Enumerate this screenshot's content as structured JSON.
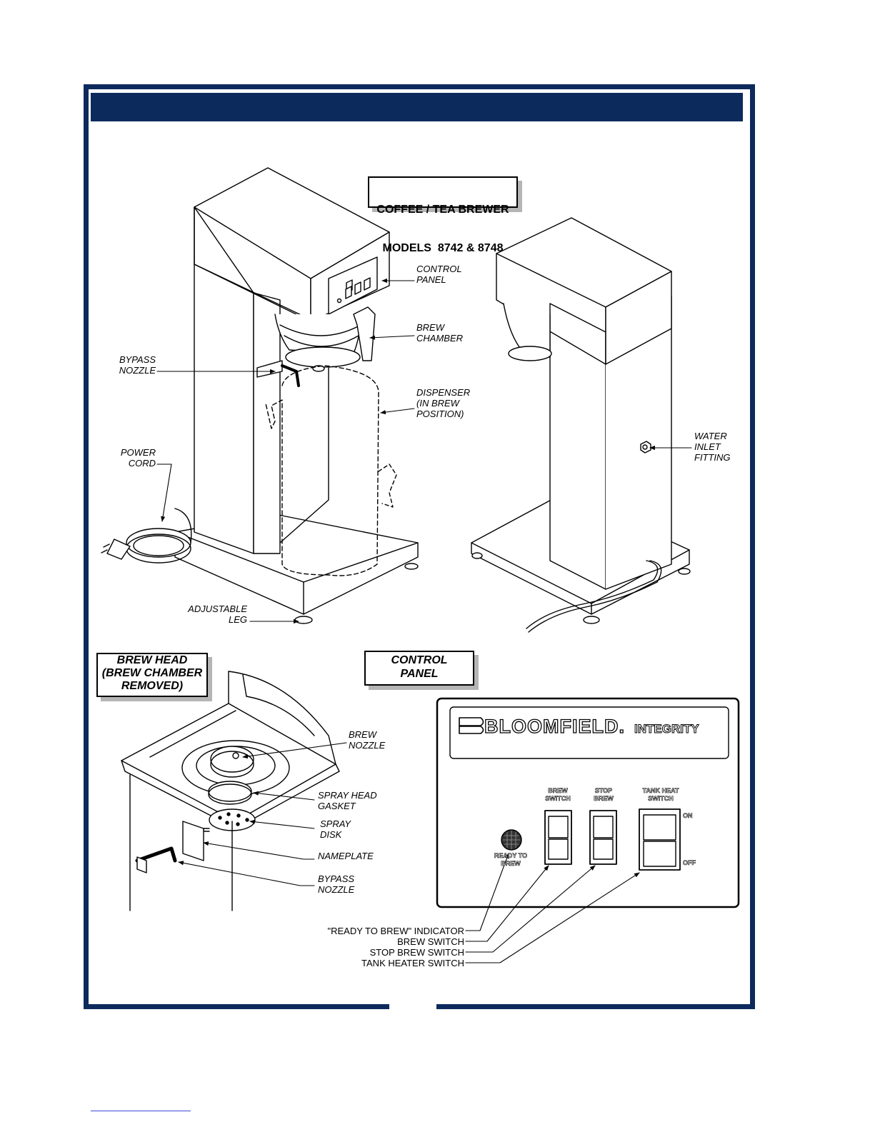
{
  "header": {
    "title": ""
  },
  "title_box": {
    "line1": "COFFEE / TEA BREWER",
    "line2": "MODELS  8742 & 8748"
  },
  "brewer_labels": {
    "control_panel": "CONTROL\nPANEL",
    "brew_chamber": "BREW\nCHAMBER",
    "bypass_nozzle": "BYPASS\nNOZZLE",
    "dispenser": "DISPENSER\n(IN BREW\nPOSITION)",
    "power_cord": "POWER\nCORD",
    "adjustable_leg": "ADJUSTABLE\nLEG",
    "water_inlet": "WATER\nINLET\nFITTING"
  },
  "brew_head": {
    "title": "BREW HEAD\n(BREW CHAMBER\nREMOVED)",
    "labels": {
      "brew_nozzle": "BREW\nNOZZLE",
      "spray_head_gasket": "SPRAY HEAD\nGASKET",
      "spray_disk": "SPRAY\nDISK",
      "nameplate": "NAMEPLATE",
      "bypass_nozzle": "BYPASS\nNOZZLE"
    }
  },
  "control_panel": {
    "title": "CONTROL\nPANEL",
    "brand": "BLOOMFIELD.",
    "brand_sub": "INTEGRITY",
    "brew_switch": "BREW\nSWITCH",
    "stop_brew": "STOP\nBREW",
    "tank_heat_switch": "TANK HEAT\nSWITCH",
    "on": "ON",
    "off": "OFF",
    "ready_to_brew": "READY TO\nBREW",
    "callouts": [
      "\"READY TO BREW\" INDICATOR",
      "BREW SWITCH",
      "STOP BREW SWITCH",
      "TANK HEATER SWITCH"
    ]
  },
  "colors": {
    "frame": "#0d2a5c",
    "shadow": "#b5b5b5"
  }
}
